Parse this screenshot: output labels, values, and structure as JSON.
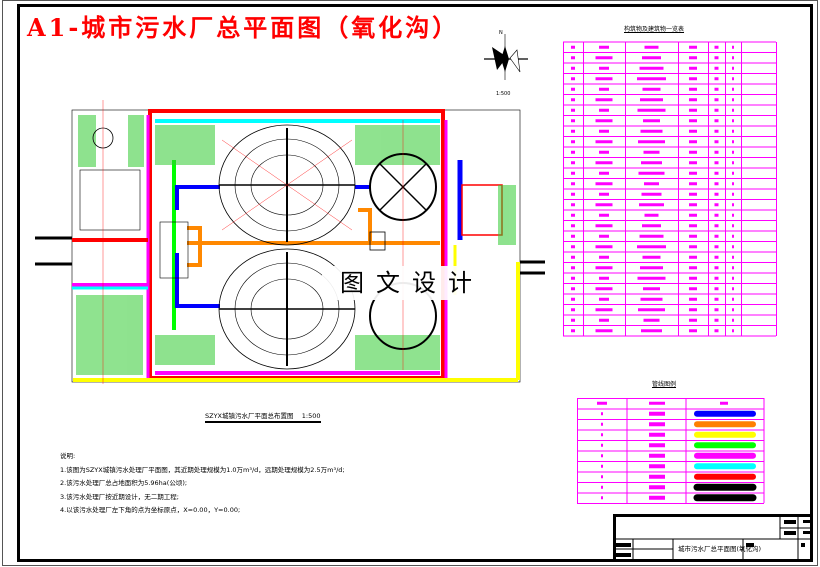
{
  "title": "A1-城市污水厂总平面图（氧化沟）",
  "compass": {
    "north_label": "N",
    "scale": "1:500"
  },
  "plan": {
    "caption": "SZYX城镇污水厂平面总布置图",
    "caption_scale": "1:500"
  },
  "watermark": "图文设计",
  "building_table": {
    "title": "构筑物及建筑物一览表"
  },
  "legend": {
    "title": "管线图例",
    "line_colors": [
      "#0000ff",
      "#ff8000",
      "#ffff00",
      "#00ff00",
      "#ff00ff",
      "#00ffff",
      "#ff0000",
      "#000000",
      "#000000"
    ]
  },
  "notes": {
    "heading": "说明:",
    "items": [
      "1.该图为SZYX城镇污水处理厂平面图，其近期处理规模为1.0万m³/d，远期处理规模为2.5万m³/d;",
      "2.该污水处理厂总占地面积为5.96ha(公顷);",
      "3.该污水处理厂按近期设计，无二期工程;",
      "4.以该污水处理厂左下角的点为坐标原点，X=0.00，Y=0.00;"
    ]
  },
  "title_block": {
    "drawing_name": "城市污水厂总平面图(氧化沟)"
  }
}
